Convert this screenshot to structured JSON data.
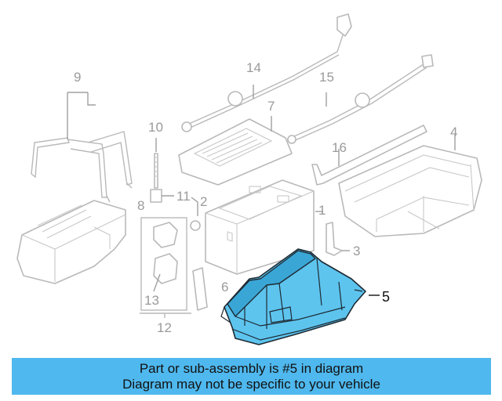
{
  "diagram": {
    "callouts": [
      "1",
      "2",
      "3",
      "4",
      "5",
      "6",
      "7",
      "8",
      "9",
      "10",
      "11",
      "12",
      "13",
      "14",
      "15",
      "16"
    ],
    "highlighted_part": "5",
    "highlight_color": "#5dc4ee"
  },
  "banner": {
    "line1": "Part or sub-assembly is #5 in diagram",
    "line2": "Diagram may not be specific to your vehicle",
    "background": "#4fb8ee"
  }
}
